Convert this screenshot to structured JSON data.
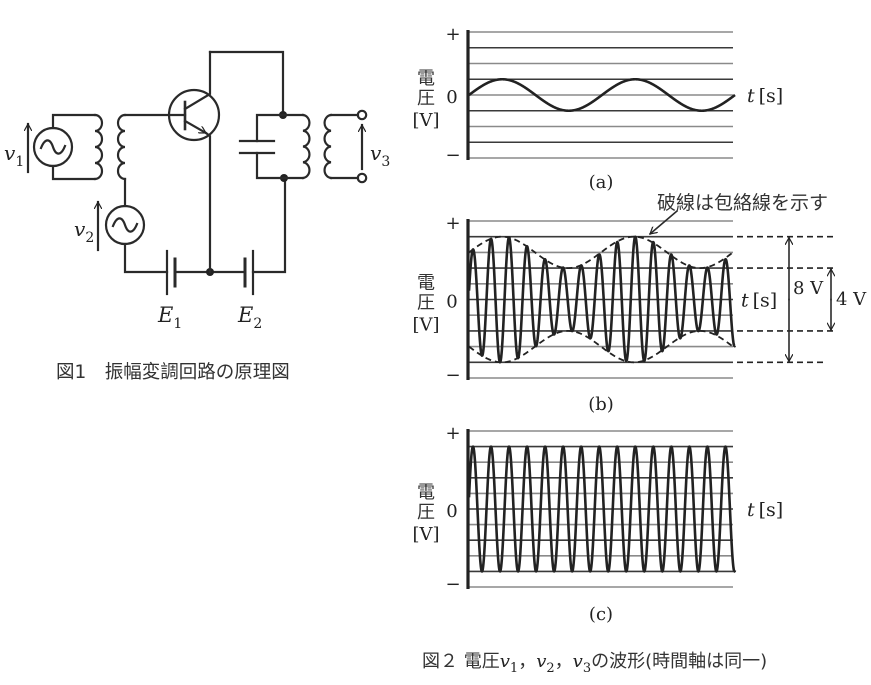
{
  "figure1": {
    "caption": "図1　振幅変調回路の原理図",
    "labels": {
      "v1": "v",
      "v1_sub": "1",
      "v2": "v",
      "v2_sub": "2",
      "v3": "v",
      "v3_sub": "3",
      "E1": "E",
      "E1_sub": "1",
      "E2": "E",
      "E2_sub": "2",
      "ac_symbol": "~"
    },
    "components": [
      "ac-source-v1",
      "transformer-input",
      "ac-source-v2",
      "npn-transistor",
      "battery-E1",
      "battery-E2",
      "tank-capacitor",
      "transformer-output",
      "output-terminals-v3"
    ]
  },
  "figure2": {
    "caption": "図２ 電圧v₁，v₂，v₃の波形(時間軸は同一)",
    "caption_parts": {
      "prefix": "図２  電圧",
      "v": "v",
      "sub1": "1",
      "sub2": "2",
      "sub3": "3",
      "sep": "，",
      "suffix": "の波形(時間軸は同一)"
    },
    "ylabel_line1": "電",
    "ylabel_line2": "圧",
    "ylabel_unit": "[V]",
    "zero_label": "0",
    "plus_label": "+",
    "minus_label": "−",
    "xlabel_t": "t",
    "xlabel_unit": "[s]",
    "envelope_note": "破線は包絡線を示す",
    "label_8v": "8 V",
    "label_4v": "4 V"
  },
  "chart_data": [
    {
      "type": "line",
      "title": "(a)",
      "xlabel": "t [s]",
      "ylabel": "電圧 [V]",
      "description": "v1 modulating signal: sine wave",
      "grid_divisions": 8,
      "volts_per_division": 1,
      "ylim": [
        -4,
        4
      ],
      "amplitude": 1,
      "offset": 0,
      "cycles": 2,
      "phase_cycles": 0
    },
    {
      "type": "line",
      "title": "(b)",
      "xlabel": "t [s]",
      "ylabel": "電圧 [V]",
      "description": "v3 amplitude-modulated wave with dashed envelope",
      "grid_divisions": 10,
      "volts_per_division": 1,
      "ylim": [
        -5,
        5
      ],
      "carrier_amplitude": 3,
      "modulation_amplitude": 1,
      "envelope_max": 4,
      "envelope_min": 2,
      "modulating_cycles": 2,
      "carrier_cycles": 14.75,
      "carrier_phase_cycles": 0.03,
      "annotations": [
        {
          "label": "8 V",
          "from": -4,
          "to": 4
        },
        {
          "label": "4 V",
          "from": -2,
          "to": 2
        }
      ]
    },
    {
      "type": "line",
      "title": "(c)",
      "xlabel": "t [s]",
      "ylabel": "電圧 [V]",
      "description": "v2 carrier: constant-amplitude sine wave",
      "grid_divisions": 10,
      "volts_per_division": 1,
      "ylim": [
        -5,
        5
      ],
      "amplitude": 4,
      "offset": 0,
      "cycles": 14.75,
      "phase_cycles": 0.03
    }
  ]
}
